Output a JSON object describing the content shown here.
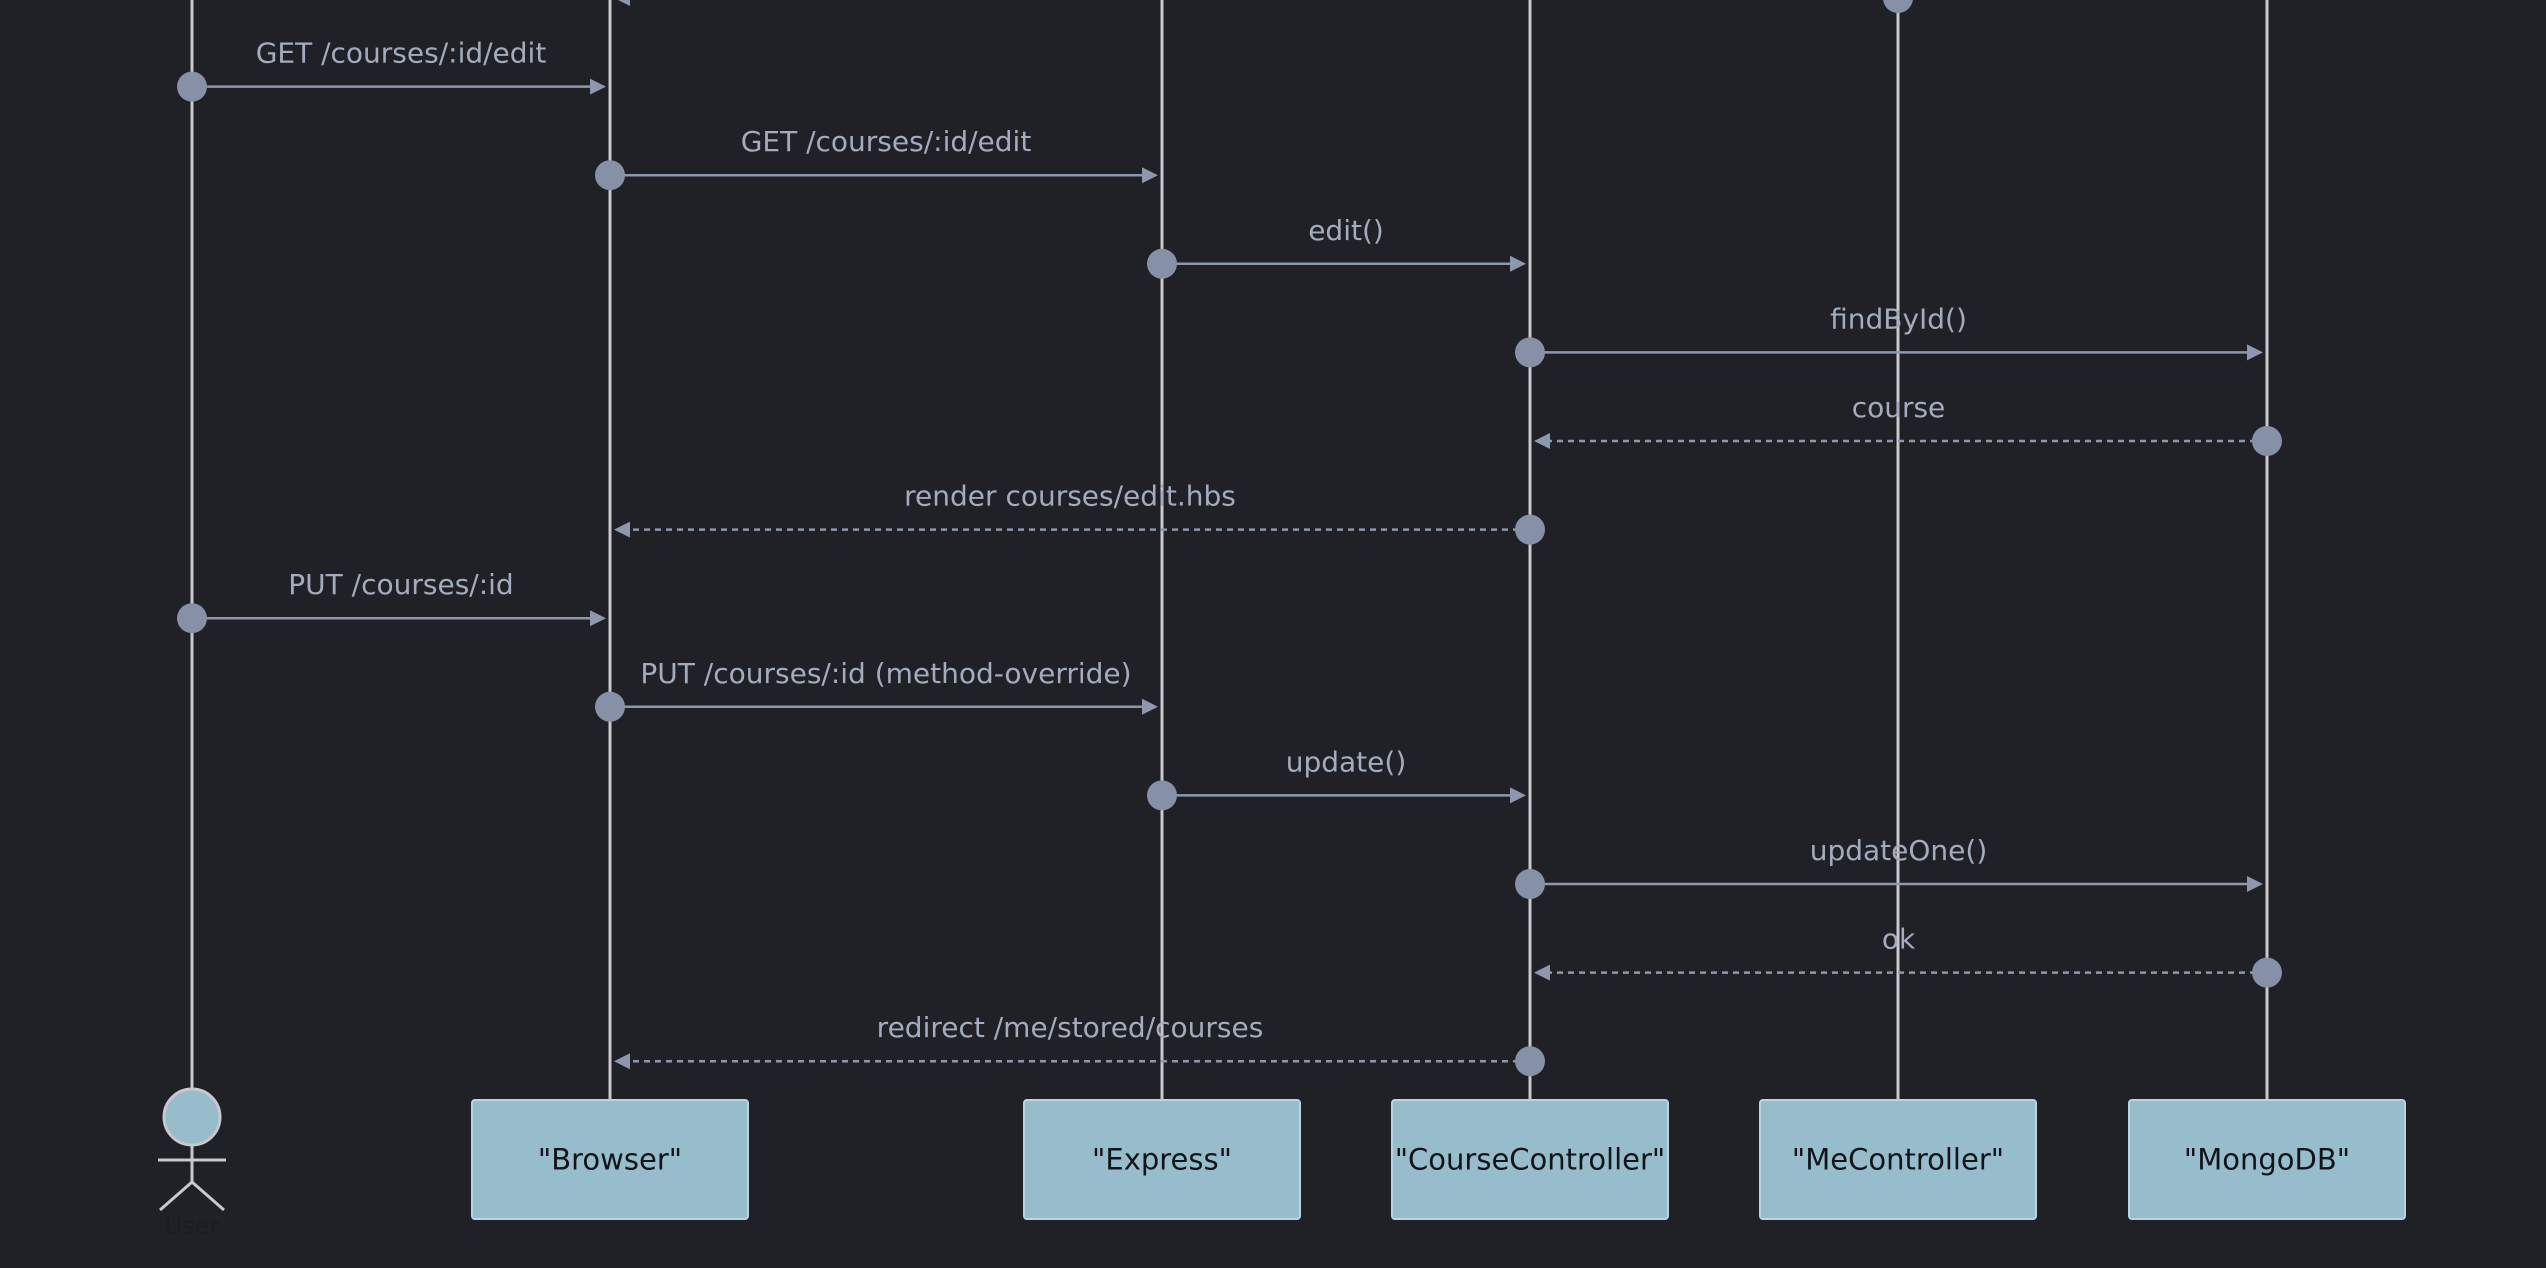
{
  "actor": {
    "label": "User"
  },
  "participants": [
    {
      "id": "browser",
      "label": "\"Browser\""
    },
    {
      "id": "express",
      "label": "\"Express\""
    },
    {
      "id": "course_controller",
      "label": "\"CourseController\""
    },
    {
      "id": "me_controller",
      "label": "\"MeController\""
    },
    {
      "id": "mongodb",
      "label": "\"MongoDB\""
    }
  ],
  "messages": [
    {
      "from": "me_controller",
      "to": "browser",
      "label": "",
      "style": "dashed"
    },
    {
      "from": "user",
      "to": "browser",
      "label": "GET /courses/:id/edit",
      "style": "solid"
    },
    {
      "from": "browser",
      "to": "express",
      "label": "GET /courses/:id/edit",
      "style": "solid"
    },
    {
      "from": "express",
      "to": "course_controller",
      "label": "edit()",
      "style": "solid"
    },
    {
      "from": "course_controller",
      "to": "mongodb",
      "label": "findById()",
      "style": "solid"
    },
    {
      "from": "mongodb",
      "to": "course_controller",
      "label": "course",
      "style": "dashed"
    },
    {
      "from": "course_controller",
      "to": "browser",
      "label": "render courses/edit.hbs",
      "style": "dashed"
    },
    {
      "from": "user",
      "to": "browser",
      "label": "PUT /courses/:id",
      "style": "solid"
    },
    {
      "from": "browser",
      "to": "express",
      "label": "PUT /courses/:id (method-override)",
      "style": "solid"
    },
    {
      "from": "express",
      "to": "course_controller",
      "label": "update()",
      "style": "solid"
    },
    {
      "from": "course_controller",
      "to": "mongodb",
      "label": "updateOne()",
      "style": "solid"
    },
    {
      "from": "mongodb",
      "to": "course_controller",
      "label": "ok",
      "style": "dashed"
    },
    {
      "from": "course_controller",
      "to": "browser",
      "label": "redirect /me/stored/courses",
      "style": "dashed"
    }
  ]
}
